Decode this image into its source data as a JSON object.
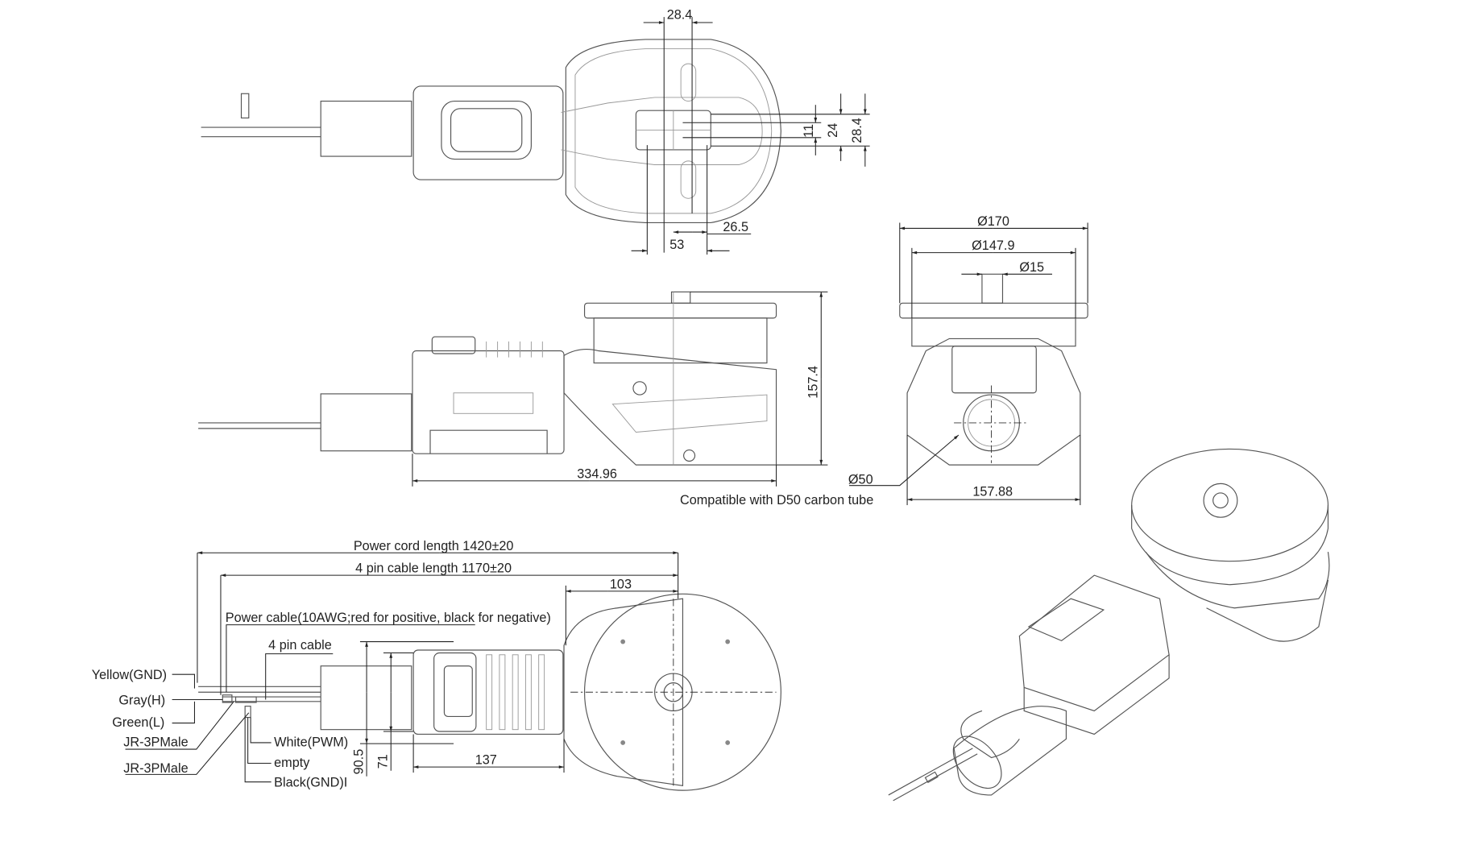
{
  "top_view": {
    "dim_top": "28.4",
    "dim_11": "11",
    "dim_24": "24",
    "dim_right": "28.4",
    "dim_26_5": "26.5",
    "dim_53": "53"
  },
  "side_view": {
    "dim_height": "157.4",
    "dim_length": "334.96"
  },
  "front_view": {
    "dim_d170": "Ø170",
    "dim_d147_9": "Ø147.9",
    "dim_d15": "Ø15",
    "dim_width": "157.88",
    "dim_d50": "Ø50",
    "tube_note": "Compatible with D50 carbon tube"
  },
  "bottom_view": {
    "power_cord_length": "Power cord length 1420±20",
    "pin_cable_length": "4 pin cable length 1170±20",
    "dim_103": "103",
    "power_cable_note": "Power cable(10AWG;red for positive, black for negative)",
    "pin_cable_label": "4 pin cable",
    "wire_labels": [
      "Yellow(GND)",
      "Gray(H)",
      "Green(L)",
      "JR-3PMale",
      "JR-3PMale"
    ],
    "signal_labels": [
      "White(PWM)",
      "empty",
      "Black(GND)I"
    ],
    "dim_90_5": "90.5",
    "dim_71": "71",
    "dim_137": "137"
  }
}
